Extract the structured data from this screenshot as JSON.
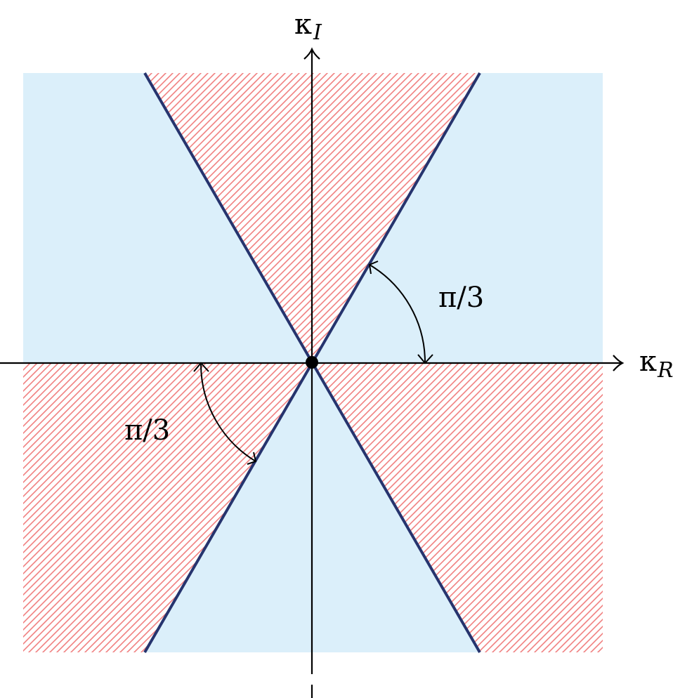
{
  "axes": {
    "x_label": {
      "symbol": "κ",
      "subscript": "R"
    },
    "y_label": {
      "symbol": "κ",
      "subscript": "I"
    }
  },
  "angle_labels": [
    "π/3",
    "π/3"
  ],
  "colors": {
    "stable_region": "#dbeffa",
    "hatched_region": "#f08080",
    "boundary_line": "#26346e",
    "axis": "#000000",
    "origin_point": "#000000"
  }
}
